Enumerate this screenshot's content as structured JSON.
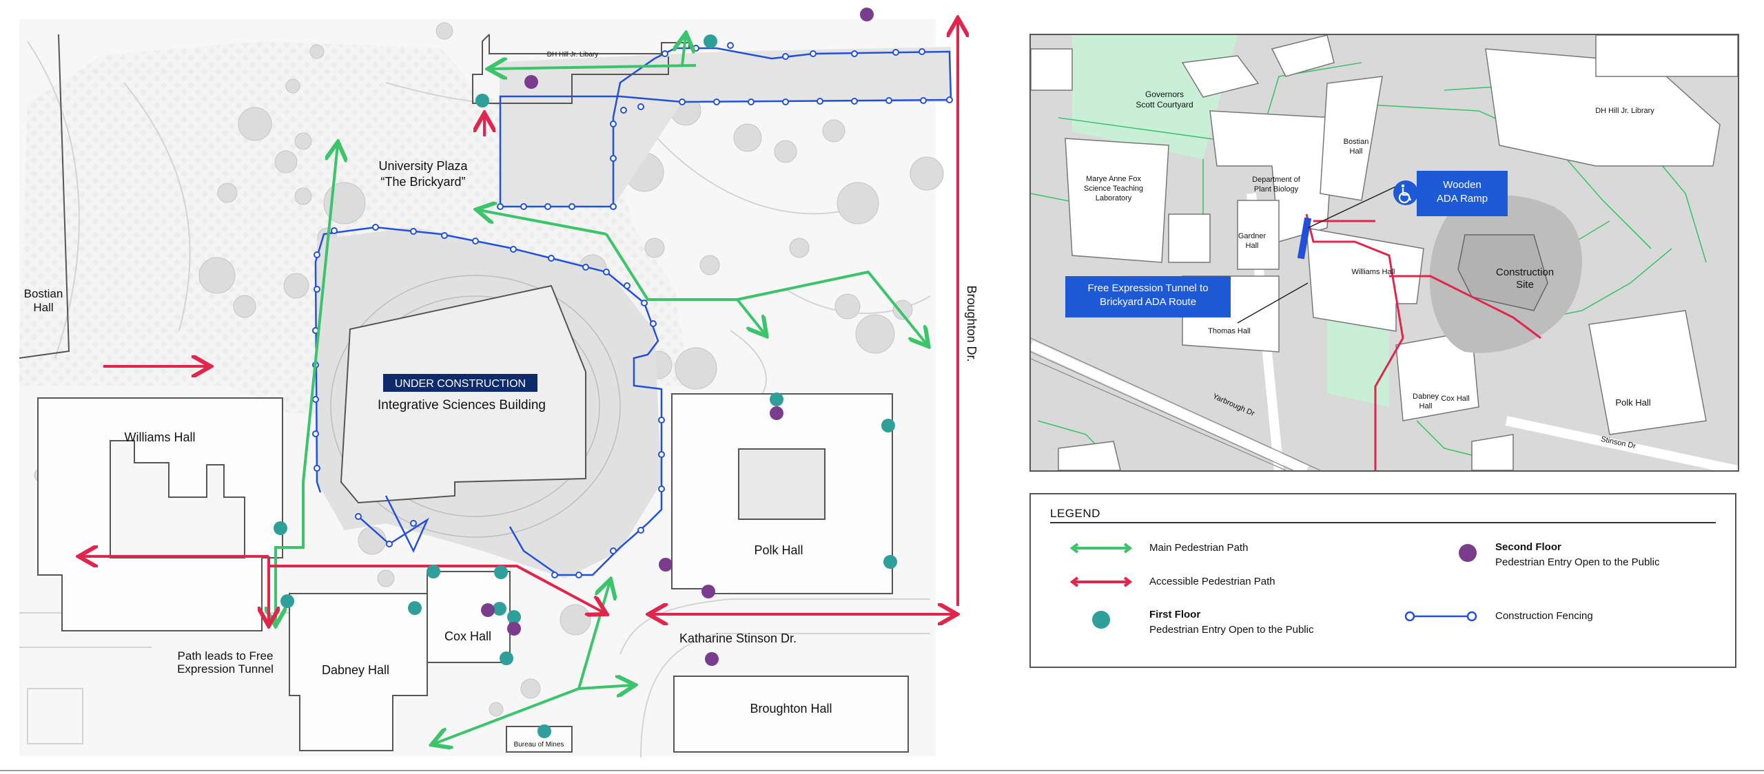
{
  "colors": {
    "main_path": "#3cc46b",
    "accessible_path": "#e0264d",
    "first_floor": "#2f9f9a",
    "second_floor": "#7a3d8e",
    "fencing": "#2250d9",
    "callout_blue": "#1f5ad6",
    "construction_banner": "#0f2a6b",
    "green_space": "#c9efd7"
  },
  "main_map": {
    "buildings": {
      "dh_hill": "DH Hill Jr. Libary",
      "bostian": "Bostian\nHall",
      "williams": "Williams Hall",
      "integrative_sciences": "Integrative Sciences Building",
      "polk": "Polk Hall",
      "cox": "Cox Hall",
      "dabney": "Dabney Hall",
      "broughton": "Broughton Hall",
      "bureau_of_mines": "Bureau of Mines"
    },
    "plaza": {
      "line1": "University Plaza",
      "line2": "“The Brickyard”"
    },
    "construction_banner": "UNDER CONSTRUCTION",
    "streets": {
      "broughton_dr": "Broughton Dr.",
      "katharine_stinson_dr": "Katharine Stinson  Dr."
    },
    "tunnel_note": {
      "line1": "Path leads to Free",
      "line2": "Expression Tunnel"
    }
  },
  "mini_map": {
    "labels": {
      "governors": "Governors\nScott Courtyard",
      "dh_hill": "DH Hill Jr. Library",
      "bostian": "Bostian\nHall",
      "marye_anne_fox": "Marye Anne Fox\nScience Teaching\nLaboratory",
      "plant_biology": "Department of\nPlant Biology",
      "gardner": "Gardner\nHall",
      "williams": "Williams Hall",
      "construction_site": "Construction\nSite",
      "thomas": "Thomas Hall",
      "dabney": "Dabney\nHall",
      "cox": "Cox Hall",
      "polk": "Polk Hall",
      "yarbrough": "Yarbrough Dr",
      "stinson": "Stinson Dr"
    },
    "callouts": {
      "ramp_line1": "Wooden",
      "ramp_line2": "ADA Ramp",
      "tunnel_line1": "Free Expression Tunnel to",
      "tunnel_line2": "Brickyard ADA Route"
    },
    "wheelchair_icon": "wheelchair-icon"
  },
  "legend": {
    "title": "LEGEND",
    "items": {
      "main_path": "Main Pedestrian Path",
      "accessible_path": "Accessible Pedestrian Path",
      "first_floor_title": "First Floor",
      "first_floor_desc": "Pedestrian Entry Open to the Public",
      "second_floor_title": "Second Floor",
      "second_floor_desc": "Pedestrian Entry Open to the Public",
      "fencing": "Construction Fencing"
    }
  }
}
